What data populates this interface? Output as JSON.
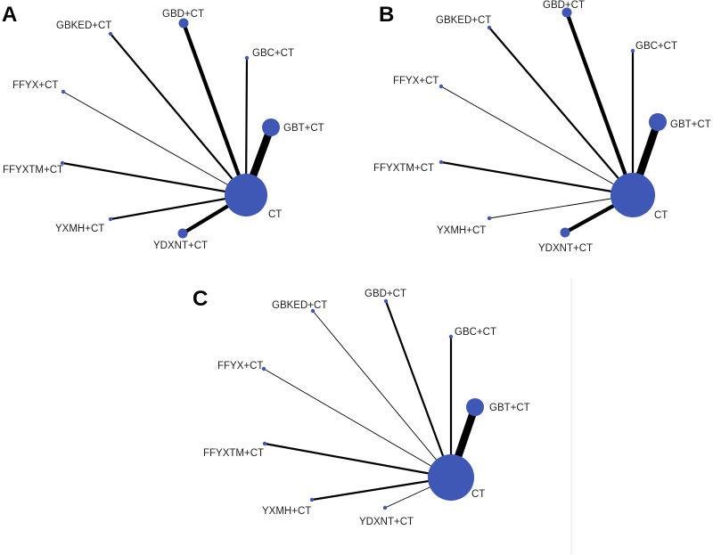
{
  "colors": {
    "node": "#3f58b6",
    "edge": "#000000"
  },
  "panels": [
    {
      "label": "A",
      "center": {
        "name": "CT",
        "label": "CT"
      },
      "nodes": [
        {
          "id": "gbked",
          "label": "GBKED+CT",
          "size": "small",
          "edge_weight": "medium"
        },
        {
          "id": "gbd",
          "label": "GBD+CT",
          "size": "medium",
          "edge_weight": "thick"
        },
        {
          "id": "gbc",
          "label": "GBC+CT",
          "size": "small",
          "edge_weight": "medium"
        },
        {
          "id": "ffyx",
          "label": "FFYX+CT",
          "size": "small",
          "edge_weight": "thin"
        },
        {
          "id": "gbt",
          "label": "GBT+CT",
          "size": "large",
          "edge_weight": "very-thick"
        },
        {
          "id": "ffyxtm",
          "label": "FFYXTM+CT",
          "size": "small",
          "edge_weight": "medium"
        },
        {
          "id": "yxmh",
          "label": "YXMH+CT",
          "size": "small",
          "edge_weight": "medium"
        },
        {
          "id": "ydxnt",
          "label": "YDXNT+CT",
          "size": "medium",
          "edge_weight": "thick"
        }
      ]
    },
    {
      "label": "B",
      "center": {
        "name": "CT",
        "label": "CT"
      },
      "nodes": [
        {
          "id": "gbked",
          "label": "GBKED+CT",
          "size": "small",
          "edge_weight": "medium"
        },
        {
          "id": "gbd",
          "label": "GBD+CT",
          "size": "medium",
          "edge_weight": "thick"
        },
        {
          "id": "gbc",
          "label": "GBC+CT",
          "size": "small",
          "edge_weight": "medium"
        },
        {
          "id": "ffyx",
          "label": "FFYX+CT",
          "size": "small",
          "edge_weight": "thin"
        },
        {
          "id": "gbt",
          "label": "GBT+CT",
          "size": "large",
          "edge_weight": "very-thick"
        },
        {
          "id": "ffyxtm",
          "label": "FFYXTM+CT",
          "size": "small",
          "edge_weight": "medium"
        },
        {
          "id": "yxmh",
          "label": "YXMH+CT",
          "size": "small",
          "edge_weight": "thin"
        },
        {
          "id": "ydxnt",
          "label": "YDXNT+CT",
          "size": "medium",
          "edge_weight": "thick"
        }
      ]
    },
    {
      "label": "C",
      "center": {
        "name": "CT",
        "label": "CT"
      },
      "nodes": [
        {
          "id": "gbked",
          "label": "GBKED+CT",
          "size": "small",
          "edge_weight": "thin"
        },
        {
          "id": "gbd",
          "label": "GBD+CT",
          "size": "small",
          "edge_weight": "medium"
        },
        {
          "id": "gbc",
          "label": "GBC+CT",
          "size": "small",
          "edge_weight": "medium"
        },
        {
          "id": "ffyx",
          "label": "FFYX+CT",
          "size": "small",
          "edge_weight": "thin"
        },
        {
          "id": "gbt",
          "label": "GBT+CT",
          "size": "large",
          "edge_weight": "very-thick"
        },
        {
          "id": "ffyxtm",
          "label": "FFYXTM+CT",
          "size": "small",
          "edge_weight": "medium"
        },
        {
          "id": "yxmh",
          "label": "YXMH+CT",
          "size": "small",
          "edge_weight": "medium"
        },
        {
          "id": "ydxnt",
          "label": "YDXNT+CT",
          "size": "small",
          "edge_weight": "thin"
        }
      ]
    }
  ]
}
